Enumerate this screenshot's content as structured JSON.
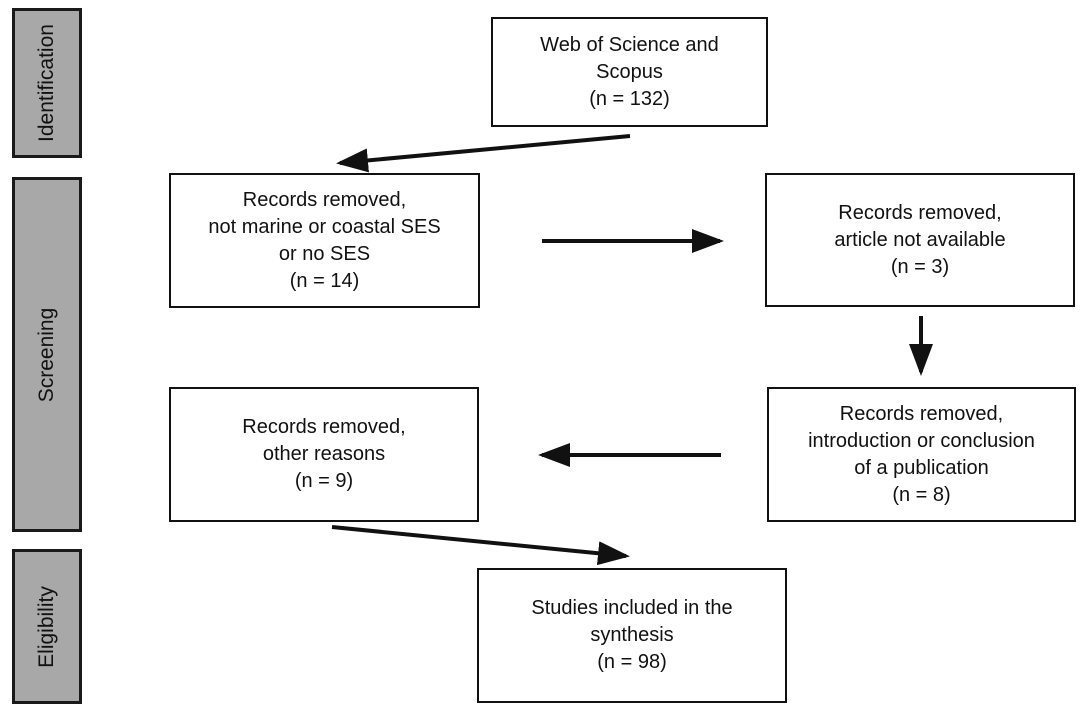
{
  "phases": {
    "identification": "Identification",
    "screening": "Screening",
    "eligibility": "Eligibility"
  },
  "boxes": {
    "web_of_science": {
      "line1": "Web of Science and",
      "line2": "Scopus",
      "count": "(n = 132)"
    },
    "removed_not_marine": {
      "line1": "Records removed,",
      "line2": "not marine or coastal SES",
      "line3": "or no SES",
      "count": "(n = 14)"
    },
    "removed_not_available": {
      "line1": "Records removed,",
      "line2": "article not available",
      "count": "(n = 3)"
    },
    "removed_intro_conclusion": {
      "line1": "Records removed,",
      "line2": "introduction or conclusion",
      "line3": "of a publication",
      "count": "(n = 8)"
    },
    "removed_other": {
      "line1": "Records removed,",
      "line2": "other reasons",
      "count": "(n = 9)"
    },
    "included": {
      "line1": "Studies included in the",
      "line2": "synthesis",
      "count": "(n = 98)"
    }
  }
}
